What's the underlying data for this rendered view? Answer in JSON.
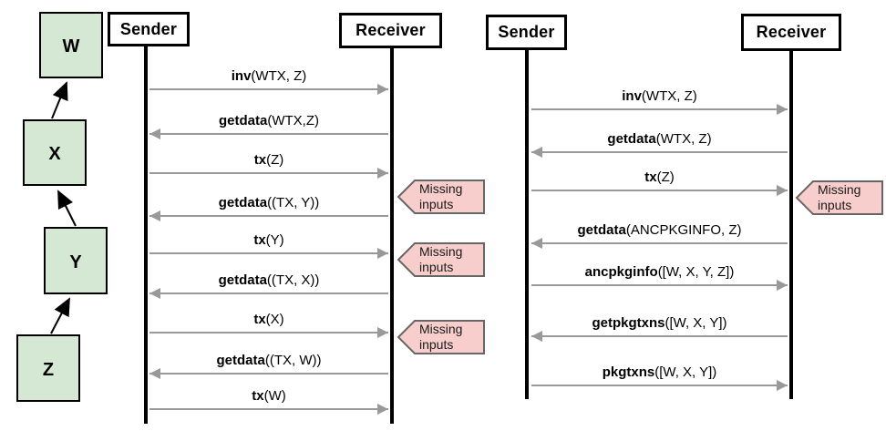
{
  "colors": {
    "node_fill": "#d5e8d4",
    "node_border": "#000000",
    "note_fill": "#f8cecc",
    "note_border": "#666666",
    "arrow": "#999999",
    "lifeline": "#000000"
  },
  "dependency_graph": {
    "nodes": [
      {
        "label": "W"
      },
      {
        "label": "X"
      },
      {
        "label": "Y"
      },
      {
        "label": "Z"
      }
    ],
    "edges": [
      {
        "from": "X",
        "to": "W"
      },
      {
        "from": "Y",
        "to": "X"
      },
      {
        "from": "Z",
        "to": "Y"
      }
    ]
  },
  "diagram1": {
    "sender_label": "Sender",
    "receiver_label": "Receiver",
    "messages": [
      {
        "method": "inv",
        "args": "(WTX, Z)",
        "direction": "right"
      },
      {
        "method": "getdata",
        "args": "(WTX,Z)",
        "direction": "left"
      },
      {
        "method": "tx",
        "args": "(Z)",
        "direction": "right",
        "note": "Missing inputs"
      },
      {
        "method": "getdata",
        "args": "((TX, Y))",
        "direction": "left"
      },
      {
        "method": "tx",
        "args": "(Y)",
        "direction": "right",
        "note": "Missing inputs"
      },
      {
        "method": "getdata",
        "args": "((TX, X))",
        "direction": "left"
      },
      {
        "method": "tx",
        "args": "(X)",
        "direction": "right",
        "note": "Missing inputs"
      },
      {
        "method": "getdata",
        "args": "((TX, W))",
        "direction": "left"
      },
      {
        "method": "tx",
        "args": "(W)",
        "direction": "right"
      }
    ],
    "notes": [
      {
        "text": "Missing inputs"
      },
      {
        "text": "Missing inputs"
      },
      {
        "text": "Missing inputs"
      }
    ]
  },
  "diagram2": {
    "sender_label": "Sender",
    "receiver_label": "Receiver",
    "messages": [
      {
        "method": "inv",
        "args": "(WTX, Z)",
        "direction": "right"
      },
      {
        "method": "getdata",
        "args": "(WTX, Z)",
        "direction": "left"
      },
      {
        "method": "tx",
        "args": "(Z)",
        "direction": "right",
        "note": "Missing inputs"
      },
      {
        "method": "getdata",
        "args": "(ANCPKGINFO, Z)",
        "direction": "left"
      },
      {
        "method": "ancpkginfo",
        "args": "([W, X, Y, Z])",
        "direction": "right"
      },
      {
        "method": "getpkgtxns",
        "args": "([W, X, Y])",
        "direction": "left"
      },
      {
        "method": "pkgtxns",
        "args": "([W, X, Y])",
        "direction": "right"
      }
    ],
    "notes": [
      {
        "text": "Missing inputs"
      }
    ]
  }
}
